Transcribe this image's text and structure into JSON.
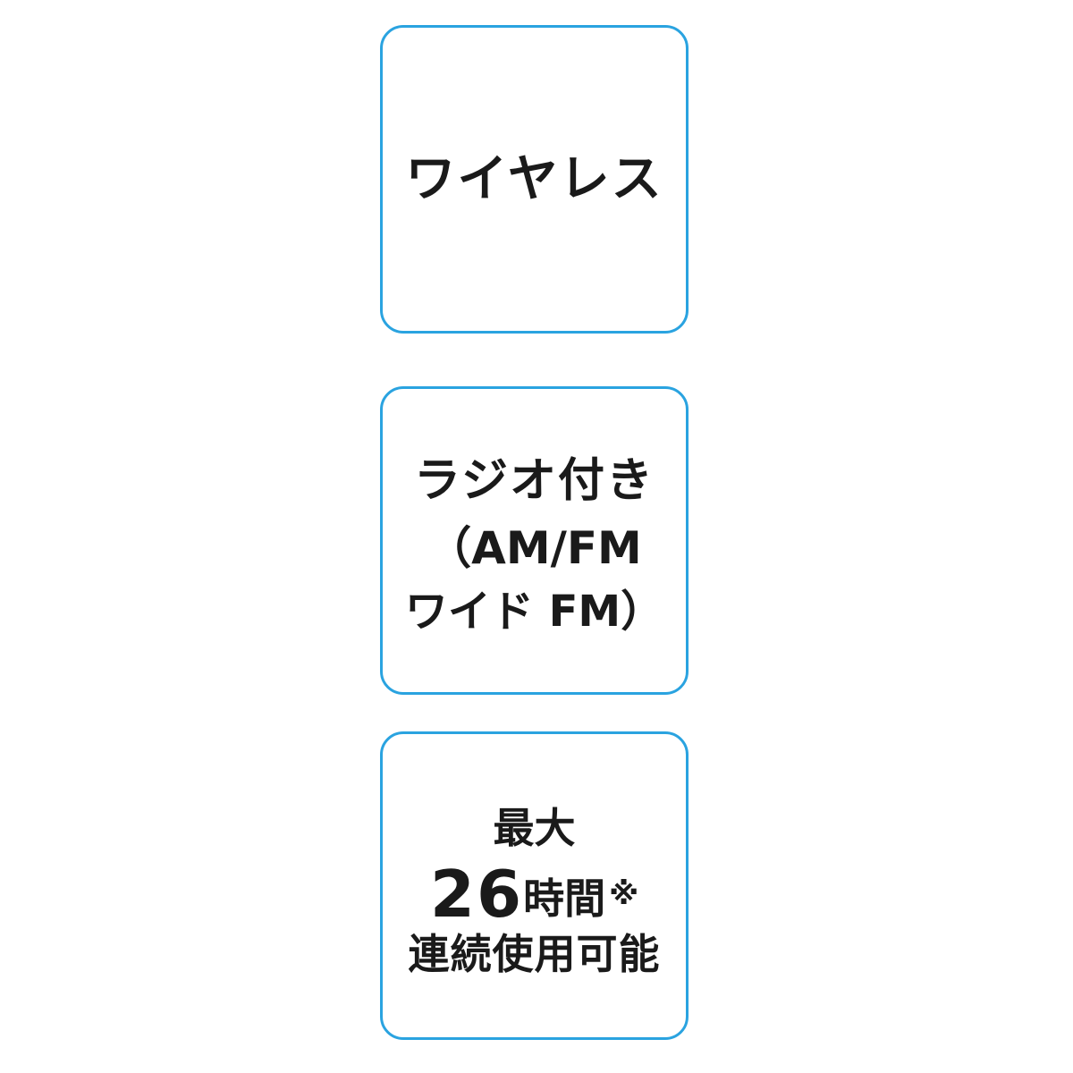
{
  "colors": {
    "card_border": "#2aa3e0",
    "text": "#1a1a1a",
    "background": "#ffffff"
  },
  "cards": [
    {
      "lines": [
        "ワイヤレス"
      ]
    },
    {
      "lines": [
        "ラジオ付き",
        "（AM/FM",
        "ワイド FM）"
      ]
    },
    {
      "line1": "最大",
      "number": "26",
      "unit": "時間",
      "note_mark": "※",
      "line3": "連続使用可能"
    }
  ]
}
